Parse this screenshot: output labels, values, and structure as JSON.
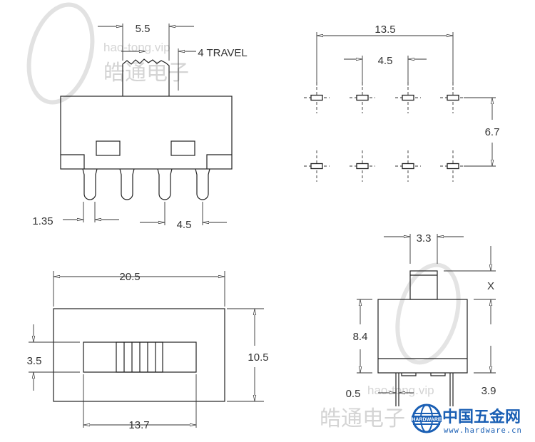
{
  "watermark": {
    "site": "hao-tong.vip",
    "company": "皓通电子"
  },
  "logo": {
    "badge": "HARDWARE",
    "name": "中国五金网",
    "url": "www.hardware.cn"
  },
  "side_view": {
    "actuator_width": "5.5",
    "travel": "4 TRAVEL",
    "pin_width": "1.35",
    "pin_pitch": "4.5"
  },
  "pcb_layout": {
    "overall": "13.5",
    "pitch": "4.5",
    "row_spacing": "6.7"
  },
  "top_view": {
    "length": "20.5",
    "slot_height": "3.5",
    "width": "10.5",
    "slot_length": "13.7"
  },
  "end_view": {
    "actuator_width": "3.3",
    "actuator_height": "X",
    "body_height": "8.4",
    "pin_thickness": "0.5",
    "pin_length": "3.9"
  },
  "colors": {
    "line": "#222222",
    "watermark": "#d4d4d4",
    "logo": "#1a5fb4"
  }
}
